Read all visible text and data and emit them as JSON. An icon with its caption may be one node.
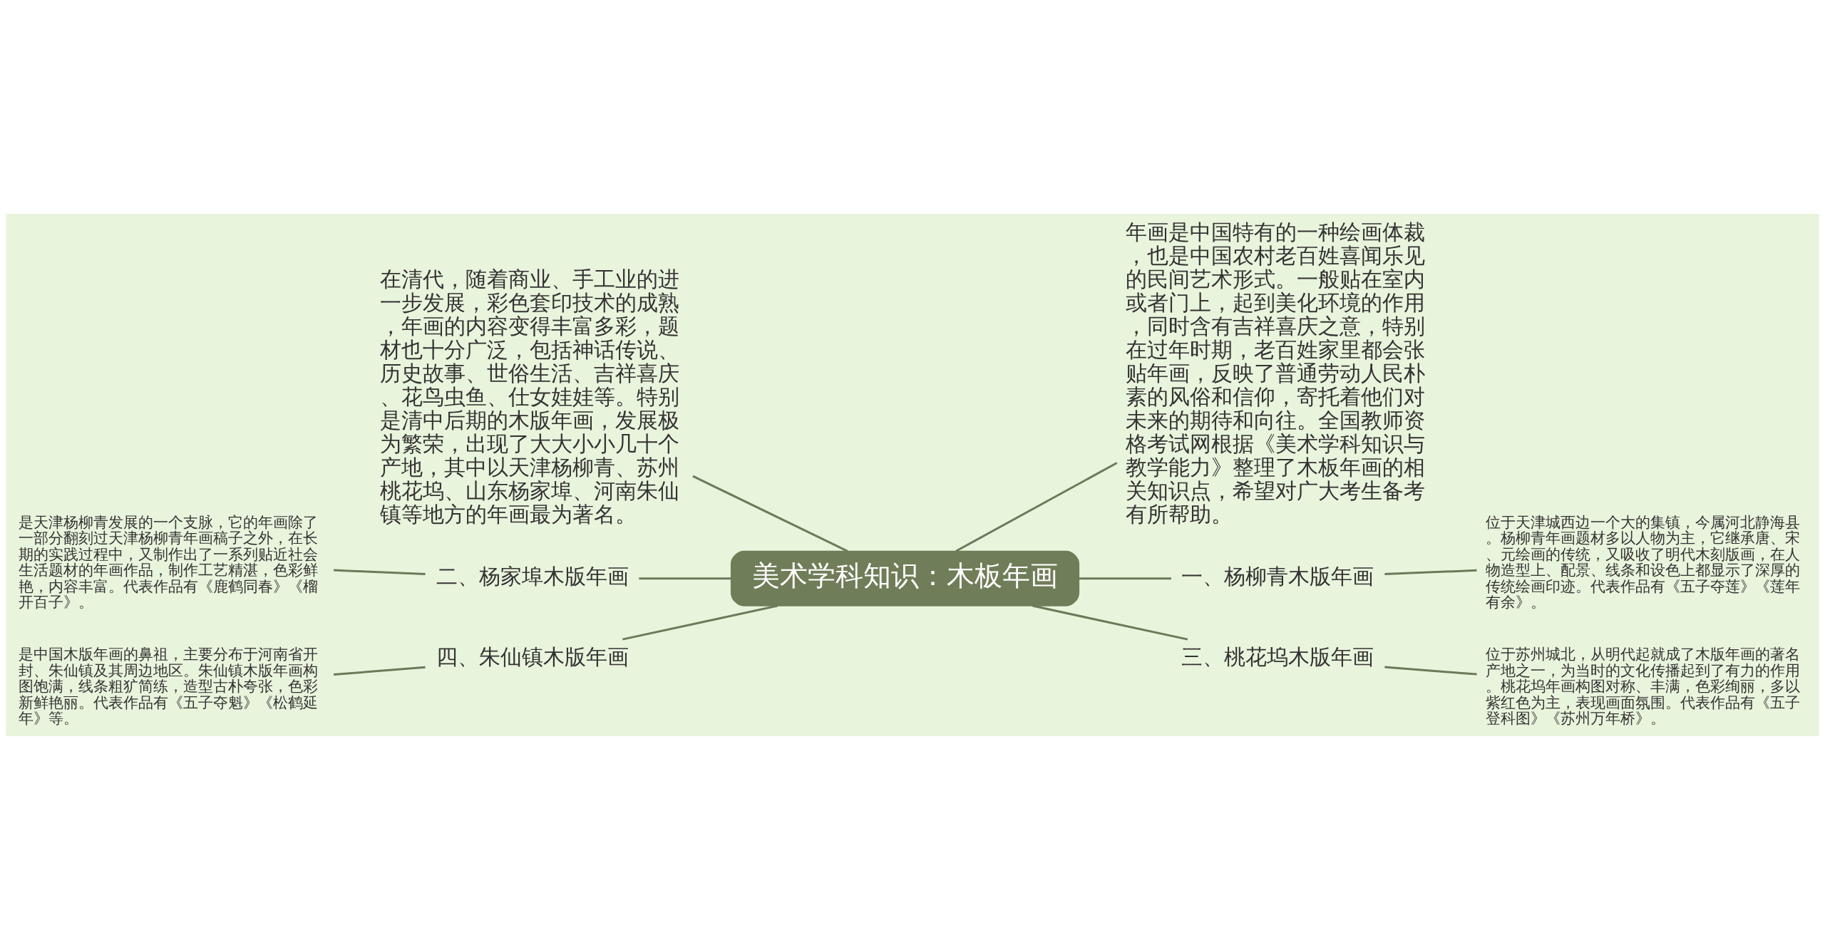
{
  "diagram": {
    "nodes": [
      {
        "text": [
          "美术学科知识：木板年画"
        ]
      },
      {
        "text": [
          "在清代，随着商业、手工业的进一步发展，彩色套印技术的成熟，年画的内容变得丰富多彩，题材也十分广泛，包括神话传说、历史故事、世俗生活、吉祥喜庆、花鸟虫鱼、仕女娃娃等。特别是清中后期的木版年画，发展极为繁荣，出现了大大小小几十个产地，其中以天津杨柳青、苏州桃花坞、山东杨家埠、河南朱仙镇等地方的年画最为著名。"
        ]
      },
      {
        "text": [
          "二、杨家埠木版年画"
        ]
      },
      {
        "text": [
          "是天津杨柳青发展的一个支脉，它的年画除了一部分翻刻过天津杨柳青年画稿子之外，在长期的实践过程中，又制作出了一系列贴近社会生活题材的年画作品，制作工艺精湛，色彩鲜艳，内容丰富。代表作品有《鹿鹤同春》《榴开百子》。"
        ]
      },
      {
        "text": [
          "四、朱仙镇木版年画"
        ]
      },
      {
        "text": [
          "是中国木版年画的鼻祖，主要分布于河南省开封、朱仙镇及其周边地区。朱仙镇木版年画构图饱满，线条粗犷简练，造型古朴夸张，色彩新鲜艳丽。代表作品有《五子夺魁》《松鹤延年》等。"
        ]
      },
      {
        "text": [
          "年画是中国特有的一种绘画体裁，也是中国农村老百姓喜闻乐见的民间艺术形式。一般贴在室内或者门上，起到美化环境的作用，同时含有吉祥喜庆之意，特别在过年时期，老百姓家里都会张贴年画，反映了普通劳动人民朴素的风俗和信仰，寄托着他们对未来的期待和向往。全国教师资格考试网根据《美术学科知识与教学能力》整理了木板年画的相关知识点，希望对广大考生备考有所帮助。"
        ]
      },
      {
        "text": [
          "一、杨柳青木版年画"
        ]
      },
      {
        "text": [
          "位于天津城西边一个大的集镇，今属河北静海县。杨柳青年画题材多以人物为主，它继承唐、宋、元绘画的传统，又吸收了明代木刻版画，在人物造型上、配景、线条和设色上都显示了深厚的传统绘画印迹。代表作品有《五子夺莲》《莲年有余》。"
        ]
      },
      {
        "text": [
          "三、桃花坞木版年画"
        ]
      },
      {
        "text": [
          "位于苏州城北，从明代起就成了木版年画的著名产地之一，为当时的文化传播起到了有力的作用。桃花坞年画构图对称、丰满，色彩绚丽，多以紫红色为主，表现画面氛围。代表作品有《五子登科图》《苏州万年桥》。"
        ]
      }
    ],
    "edges": [
      {
        "from": 0,
        "to": 1,
        "arrow": "none"
      },
      {
        "from": 0,
        "to": 2,
        "arrow": "none"
      },
      {
        "from": 2,
        "to": 3,
        "arrow": "none"
      },
      {
        "from": 0,
        "to": 4,
        "arrow": "none"
      },
      {
        "from": 4,
        "to": 5,
        "arrow": "none"
      },
      {
        "from": 0,
        "to": 6,
        "arrow": "none"
      },
      {
        "from": 0,
        "to": 7,
        "arrow": "none"
      },
      {
        "from": 7,
        "to": 8,
        "arrow": "none"
      },
      {
        "from": 0,
        "to": 9,
        "arrow": "none"
      },
      {
        "from": 9,
        "to": 10,
        "arrow": "none"
      }
    ]
  }
}
